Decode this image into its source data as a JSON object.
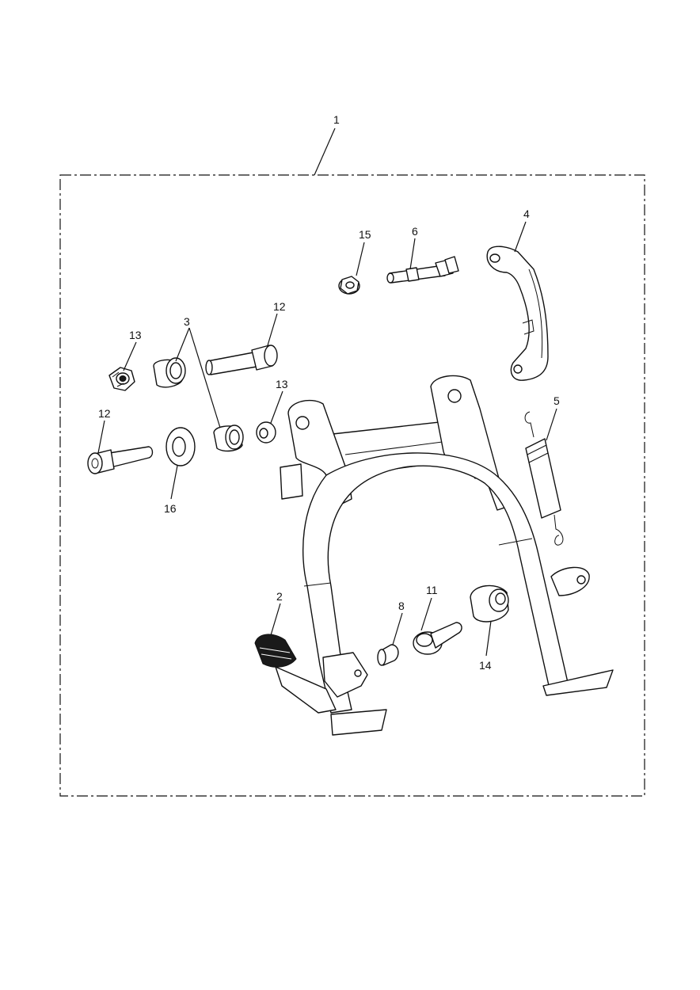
{
  "diagram": {
    "callouts": {
      "c1": "1",
      "c2": "2",
      "c3": "3",
      "c4": "4",
      "c5": "5",
      "c6": "6",
      "c8": "8",
      "c11": "11",
      "c12a": "12",
      "c12b": "12",
      "c13a": "13",
      "c13b": "13",
      "c14": "14",
      "c15": "15",
      "c16": "16"
    }
  }
}
